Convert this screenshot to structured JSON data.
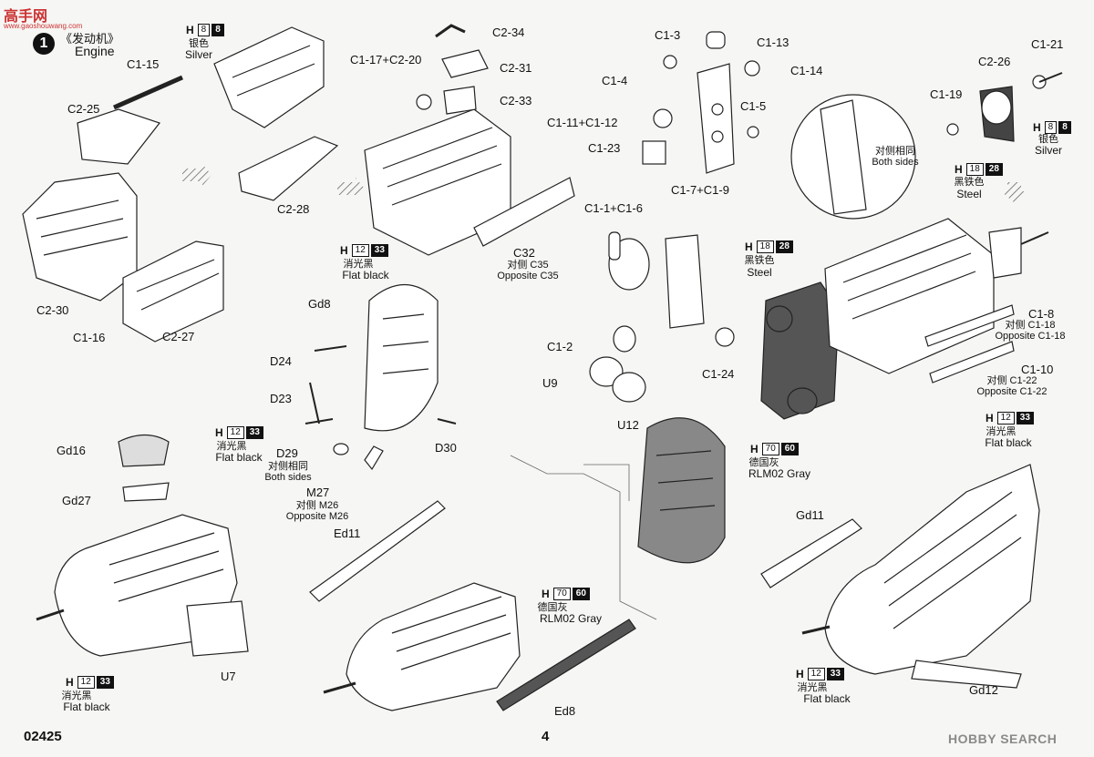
{
  "site_watermark": {
    "title": "高手网",
    "url": "www.gaoshouwang.com"
  },
  "step": {
    "number": "1",
    "title_cn": "《发动机》",
    "title_en": "Engine"
  },
  "part_labels": [
    {
      "id": "C1-15",
      "text": "C1-15"
    },
    {
      "id": "C2-25",
      "text": "C2-25"
    },
    {
      "id": "C2-30",
      "text": "C2-30"
    },
    {
      "id": "C1-16",
      "text": "C1-16"
    },
    {
      "id": "C2-27",
      "text": "C2-27"
    },
    {
      "id": "C2-28",
      "text": "C2-28"
    },
    {
      "id": "C1-17+C2-20",
      "text": "C1-17+C2-20"
    },
    {
      "id": "C2-34",
      "text": "C2-34"
    },
    {
      "id": "C2-31",
      "text": "C2-31"
    },
    {
      "id": "C2-33",
      "text": "C2-33"
    },
    {
      "id": "C32",
      "text": "C32"
    },
    {
      "id": "C1-3",
      "text": "C1-3"
    },
    {
      "id": "C1-13",
      "text": "C1-13"
    },
    {
      "id": "C1-4",
      "text": "C1-4"
    },
    {
      "id": "C1-14",
      "text": "C1-14"
    },
    {
      "id": "C1-11+C1-12",
      "text": "C1-11+C1-12"
    },
    {
      "id": "C1-5",
      "text": "C1-5"
    },
    {
      "id": "C1-23",
      "text": "C1-23"
    },
    {
      "id": "C1-7+C1-9",
      "text": "C1-7+C1-9"
    },
    {
      "id": "C1-21",
      "text": "C1-21"
    },
    {
      "id": "C2-26",
      "text": "C2-26"
    },
    {
      "id": "C1-19",
      "text": "C1-19"
    },
    {
      "id": "C1-1+C1-6",
      "text": "C1-1+C1-6"
    },
    {
      "id": "C1-2",
      "text": "C1-2"
    },
    {
      "id": "C1-24",
      "text": "C1-24"
    },
    {
      "id": "U9",
      "text": "U9"
    },
    {
      "id": "U12",
      "text": "U12"
    },
    {
      "id": "C1-8",
      "text": "C1-8"
    },
    {
      "id": "C1-10",
      "text": "C1-10"
    },
    {
      "id": "Gd8",
      "text": "Gd8"
    },
    {
      "id": "D24",
      "text": "D24"
    },
    {
      "id": "D23",
      "text": "D23"
    },
    {
      "id": "D29",
      "text": "D29"
    },
    {
      "id": "D30",
      "text": "D30"
    },
    {
      "id": "M27",
      "text": "M27"
    },
    {
      "id": "Gd16",
      "text": "Gd16"
    },
    {
      "id": "Gd27",
      "text": "Gd27"
    },
    {
      "id": "U7",
      "text": "U7"
    },
    {
      "id": "Ed11",
      "text": "Ed11"
    },
    {
      "id": "Ed8",
      "text": "Ed8"
    },
    {
      "id": "Gd11",
      "text": "Gd11"
    },
    {
      "id": "Gd12",
      "text": "Gd12"
    }
  ],
  "notes": {
    "both_sides_cn": "对侧相同",
    "both_sides_en": "Both sides",
    "opp_c35_cn": "对侧 C35",
    "opp_c35_en": "Opposite C35",
    "opp_c118_cn": "对侧 C1-18",
    "opp_c118_en": "Opposite C1-18",
    "opp_c122_cn": "对侧 C1-22",
    "opp_c122_en": "Opposite C1-22",
    "opp_m26_cn": "对侧 M26",
    "opp_m26_en": "Opposite M26"
  },
  "paints": {
    "silver": {
      "h": "H",
      "a": "8",
      "b": "8",
      "cn": "银色",
      "en": "Silver"
    },
    "flat_black": {
      "h": "H",
      "a": "12",
      "b": "33",
      "cn": "消光黑",
      "en": "Flat black"
    },
    "steel": {
      "h": "H",
      "a": "18",
      "b": "28",
      "cn": "黑铁色",
      "en": "Steel"
    },
    "rlm02": {
      "h": "H",
      "a": "70",
      "b": "60",
      "cn": "德国灰",
      "en": "RLM02 Gray"
    }
  },
  "footer": {
    "code": "02425",
    "page": "4",
    "watermark": "HOBBY SEARCH"
  }
}
